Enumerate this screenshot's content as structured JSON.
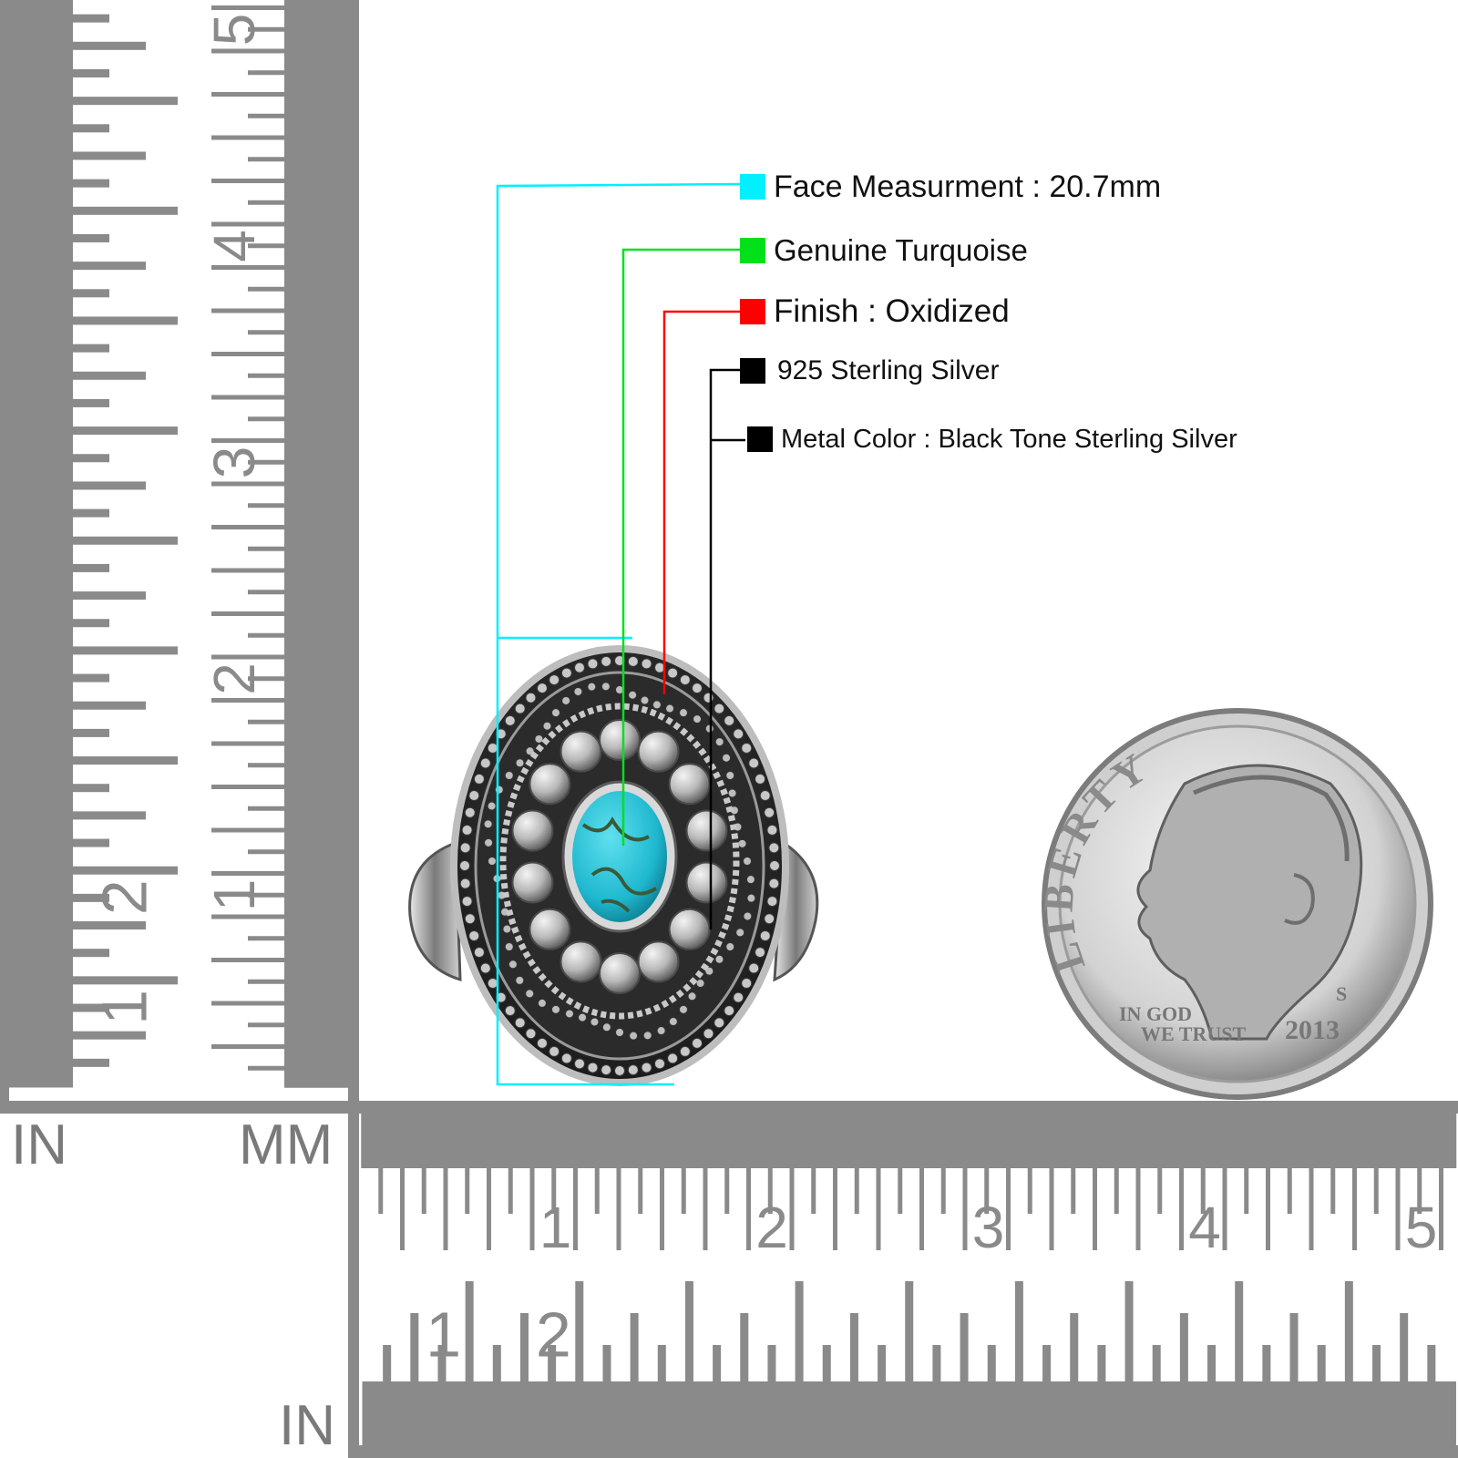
{
  "specs": [
    {
      "key": "face",
      "label": "Face Measurment : 20.7mm",
      "color": "#00f0ff"
    },
    {
      "key": "stone",
      "label": "Genuine Turquoise",
      "color": "#00e11a"
    },
    {
      "key": "finish",
      "label": "Finish : Oxidized",
      "color": "#ff0000"
    },
    {
      "key": "metal",
      "label": "925 Sterling Silver",
      "color": "#000000"
    },
    {
      "key": "tone",
      "label": "Metal Color : Black Tone Sterling Silver",
      "color": "#000000"
    }
  ],
  "rulers": {
    "unit_in_left": "IN",
    "unit_mm": "MM",
    "unit_in_bottom": "IN",
    "vertical_cm_numbers": [
      "1",
      "2",
      "3",
      "4",
      "5"
    ],
    "vertical_in_numbers": [
      "1",
      "2"
    ],
    "horizontal_cm_numbers": [
      "1",
      "2",
      "3",
      "4",
      "5"
    ],
    "horizontal_in_numbers": [
      "1",
      "2"
    ],
    "ruler_color": "#8a8a8a"
  },
  "coin": {
    "legend": "LIBERTY",
    "motto_line1": "IN GOD",
    "motto_line2": "WE TRUST",
    "year": "2013",
    "mint_mark": "S"
  },
  "ring": {
    "stone_color": "#1fb8cf",
    "metal_color": "#3a3a3a"
  }
}
